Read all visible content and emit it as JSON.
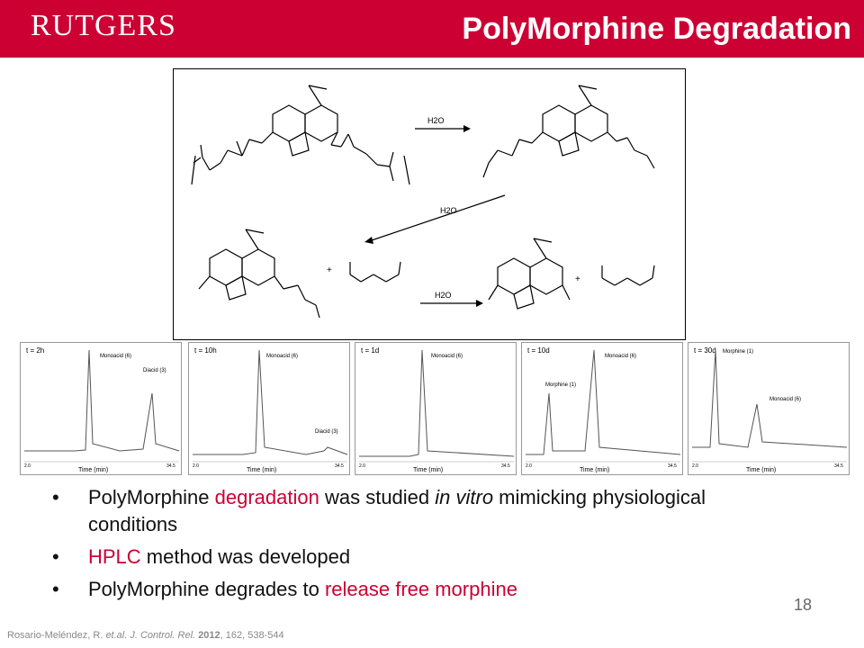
{
  "header": {
    "logo_text": "RUTGERS",
    "title": "PolyMorphine Degradation",
    "color": "#cc0033"
  },
  "scheme": {
    "reagent_labels": [
      "H2O",
      "H2O",
      "H2O"
    ],
    "plus": "+"
  },
  "chromatograms": [
    {
      "time_label": "t = 2h",
      "annotations": [
        "Monoacid (6)",
        "Diacid (3)"
      ],
      "xlabel": "Time (min)",
      "xmin": "2.0",
      "xmax": "34.5"
    },
    {
      "time_label": "t = 10h",
      "annotations": [
        "Monoacid (6)",
        "Diacid (3)"
      ],
      "xlabel": "Time (min)",
      "xmin": "2.0",
      "xmax": "34.5"
    },
    {
      "time_label": "t = 1d",
      "annotations": [
        "Monoacid (6)"
      ],
      "xlabel": "Time (min)",
      "xmin": "2.0",
      "xmax": "34.5"
    },
    {
      "time_label": "t = 10d",
      "annotations": [
        "Monoacid (6)",
        "Morphine (1)"
      ],
      "xlabel": "Time (min)",
      "xmin": "2.0",
      "xmax": "34.5"
    },
    {
      "time_label": "t = 30d",
      "annotations": [
        "Morphine (1)",
        "Monoacid (6)"
      ],
      "xlabel": "Time (min)",
      "xmin": "2.0",
      "xmax": "34.5"
    }
  ],
  "bullets": {
    "b1_pre": "PolyMorphine ",
    "b1_red": "degradation",
    "b1_mid": " was studied ",
    "b1_ital": "in vitro",
    "b1_post": " mimicking physiological conditions",
    "b2_red": "HPLC",
    "b2_post": " method was developed",
    "b3_pre": "PolyMorphine degrades to ",
    "b3_red": "release free morphine"
  },
  "page_number": "18",
  "citation": {
    "authors": "Rosario-Meléndez, R. ",
    "etal": "et.al. J. Control. Rel.",
    "year": " 2012",
    "pages": ", 162, 538-544"
  },
  "bullet_glyph": "•"
}
